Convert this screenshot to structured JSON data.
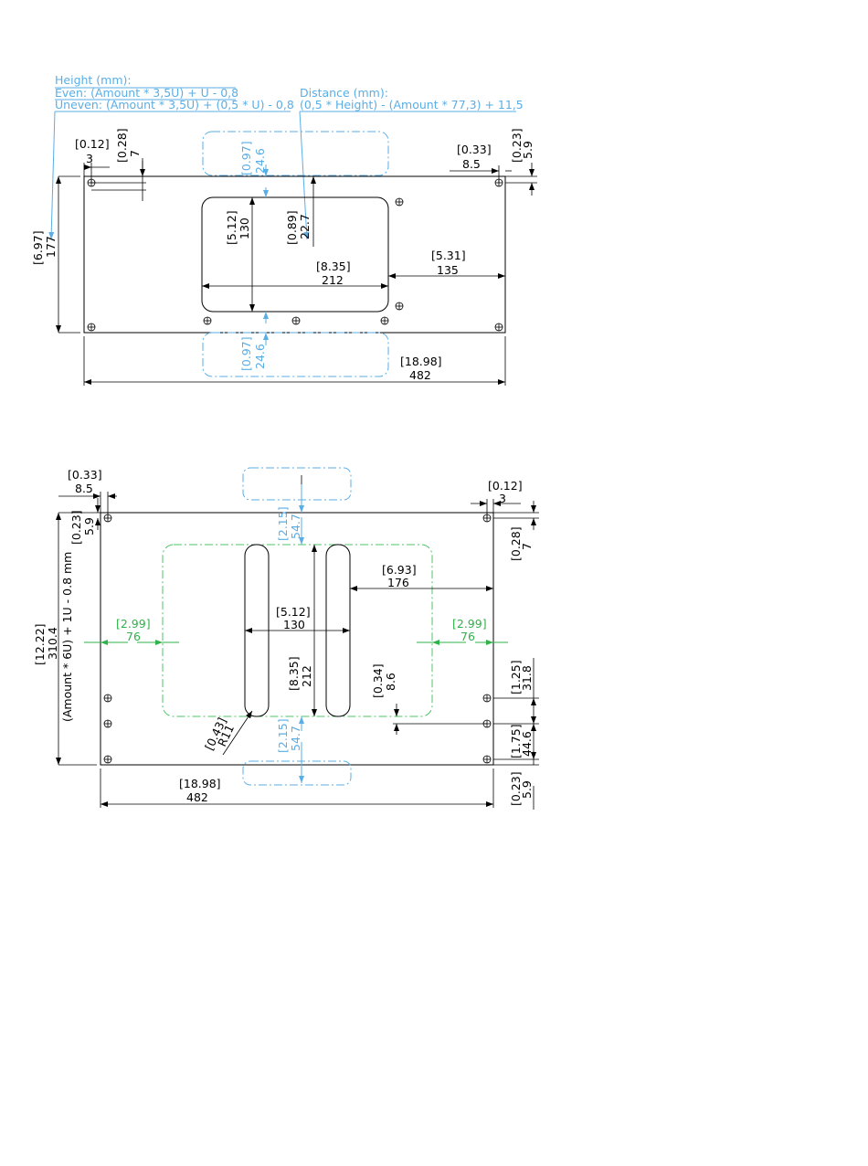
{
  "notes": {
    "height_title": "Height (mm):",
    "height_even": "Even: (Amount * 3,5U) + U - 0,8",
    "height_uneven": "Uneven: (Amount * 3,5U) + (0,5 * U) - 0,8",
    "distance_title": "Distance (mm):",
    "distance_formula": "(0,5 * Height) - (Amount * 77,3) + 11,5"
  },
  "top": {
    "d_hole_x": {
      "inch": "[0.12]",
      "mm": "3"
    },
    "d_hole_y": {
      "inch": "[0.28]",
      "mm": "7"
    },
    "d_edge_x": {
      "inch": "[0.33]",
      "mm": "8.5"
    },
    "d_edge_y": {
      "inch": "[0.23]",
      "mm": "5.9"
    },
    "d_height": {
      "inch": "[6.97]",
      "mm": "177"
    },
    "d_cut_h": {
      "inch": "[5.12]",
      "mm": "130"
    },
    "d_dist": {
      "inch": "[0.89]",
      "mm": "22.7"
    },
    "d_cut_w": {
      "inch": "[8.35]",
      "mm": "212"
    },
    "d_right": {
      "inch": "[5.31]",
      "mm": "135"
    },
    "d_width": {
      "inch": "[18.98]",
      "mm": "482"
    },
    "d_gap_top": {
      "inch": "[0.97]",
      "mm": "24.6"
    },
    "d_gap_bot": {
      "inch": "[0.97]",
      "mm": "24.6"
    }
  },
  "bottom": {
    "d_edge_x": {
      "inch": "[0.33]",
      "mm": "8.5"
    },
    "d_edge_y": {
      "inch": "[0.23]",
      "mm": "5.9"
    },
    "d_hole_x": {
      "inch": "[0.12]",
      "mm": "3"
    },
    "d_hole_y": {
      "inch": "[0.28]",
      "mm": "7"
    },
    "d_height": {
      "inch": "[12.22]",
      "mm": "310.4",
      "formula": "(Amount * 6U) + 1U - 0.8 mm"
    },
    "d_gap_top": {
      "inch": "[2.15]",
      "mm": "54.7"
    },
    "d_gap_bot": {
      "inch": "[2.15]",
      "mm": "54.7"
    },
    "d_right": {
      "inch": "[6.93]",
      "mm": "176"
    },
    "d_cut_w": {
      "inch": "[5.12]",
      "mm": "130"
    },
    "d_cut_h": {
      "inch": "[8.35]",
      "mm": "212"
    },
    "d_left_green": {
      "inch": "[2.99]",
      "mm": "76"
    },
    "d_right_green": {
      "inch": "[2.99]",
      "mm": "76"
    },
    "d_small": {
      "inch": "[0.34]",
      "mm": "8.6"
    },
    "d_radius": {
      "inch": "[0.43]",
      "mm": "R11"
    },
    "d_hole_a": {
      "inch": "[1.25]",
      "mm": "31.8"
    },
    "d_hole_b": {
      "inch": "[1.75]",
      "mm": "44.6"
    },
    "d_bot_edge": {
      "inch": "[0.23]",
      "mm": "5.9"
    },
    "d_width": {
      "inch": "[18.98]",
      "mm": "482"
    }
  }
}
